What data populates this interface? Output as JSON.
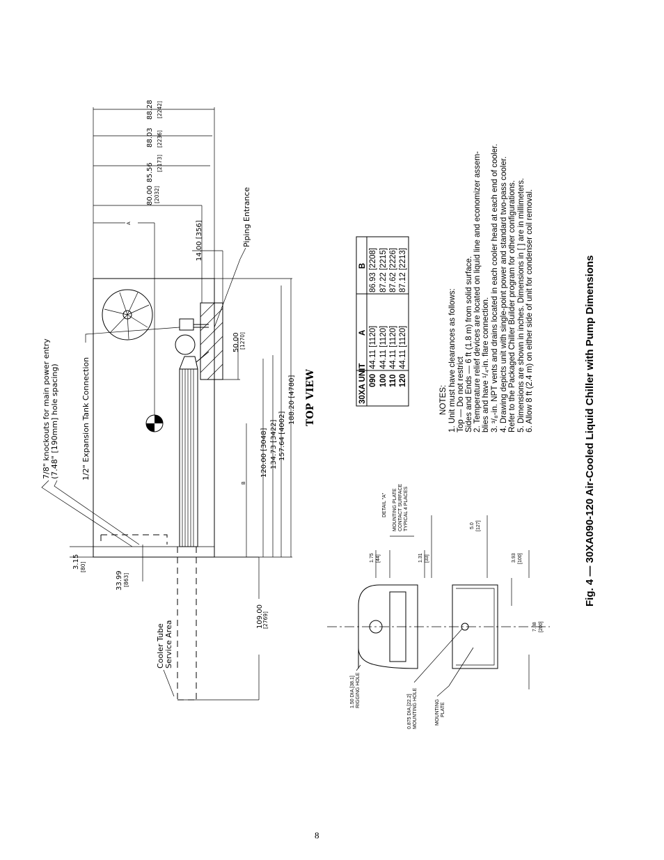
{
  "labels": {
    "knockouts_l1": "7/8\" knockouts for main power entry",
    "knockouts_l2": "(7.48\" [190mm] hole spacing)",
    "expansion_tank": "1/2\" Expansion Tank Connection",
    "piping_entrance": "Piping Entrance",
    "cooler_tube_l1": "Cooler Tube",
    "cooler_tube_l2": "Service Area",
    "top_view": "TOP VIEW",
    "dim_a": "A",
    "dim_b": "B"
  },
  "dims_top": [
    {
      "value": "80.00",
      "mm": "[2032]"
    },
    {
      "value": "85.56",
      "mm": "[2173]"
    },
    {
      "value": "88.03",
      "mm": "[2236]"
    },
    {
      "value": "88.28",
      "mm": "[2242]"
    }
  ],
  "dim_14": "14.00 [356]",
  "dim_50": {
    "value": "50.00",
    "mm": "[1270]"
  },
  "dims_length": [
    "120.00 [3048]",
    "134.73 [3422]",
    "157.64 [4002]",
    "188.20 [4780]"
  ],
  "dim_315": {
    "value": "3.15",
    "mm": "[80]"
  },
  "dim_3399": {
    "value": "33.99",
    "mm": "[863]"
  },
  "dim_109": {
    "value": "109.00",
    "mm": "[2769]"
  },
  "detail": {
    "title": "DETAIL \"A\"",
    "surface_l1": "MOUNTING PLATE",
    "surface_l2": "CONTACT SURFACE",
    "surface_l3": "TYPICAL 4 PLACES",
    "d175": "1.75",
    "d175mm": "[44]",
    "d131": "1.31",
    "d131mm": "[33]",
    "d50": "5.0",
    "d50mm": "[127]",
    "d393": "3.93",
    "d393mm": "[100]",
    "d788": "7.88",
    "d788mm": "[200]",
    "rig_l1": "1.50 DIA.[38.1]",
    "rig_l2": "RIGGING HOLE",
    "mnt_l1": "0.875 DIA.[22.2]",
    "mnt_l2": "MOUNTING HOLE",
    "plate_l1": "MOUNTING",
    "plate_l2": "PLATE"
  },
  "table": {
    "headers": [
      "30XA UNIT",
      "A",
      "B"
    ],
    "rows": [
      [
        "090",
        "44.11 [1120]",
        "86.93 [2208]"
      ],
      [
        "100",
        "44.11 [1120]",
        "87.22 [2215]"
      ],
      [
        "110",
        "44.11 [1120]",
        "87.62 [2226]"
      ],
      [
        "120",
        "44.11 [1120]",
        "87.12 [2213]"
      ]
    ]
  },
  "notes": {
    "title": "NOTES:",
    "lines": [
      "1.  Unit must have clearances as follows:",
      "     Top — Do not restrict",
      "     Sides and Ends — 6 ft (1.8 m) from solid surface.",
      "2.  Temperature relief devices are located on liquid line and economizer assem-",
      "     blies and have ¹/₄-in. flare connection.",
      "3.  ³/₈-in. NPT vents and drains located in each cooler head at each end of cooler.",
      "4.  Drawing depicts unit with single-point power and standard two-pass cooler.",
      "     Refer to the Packaged Chiller Builder program for other configurations.",
      "5.  Dimensions are shown in inches. Dimensions in [ ] are in millimeters.",
      "6.  Allow 8 ft (2.4 m) on either side of unit for condenser coil removal."
    ]
  },
  "figure_caption": "Fig. 4 — 30XA090-120 Air-Cooled Liquid Chiller with Pump Dimensions",
  "page_number": "8"
}
